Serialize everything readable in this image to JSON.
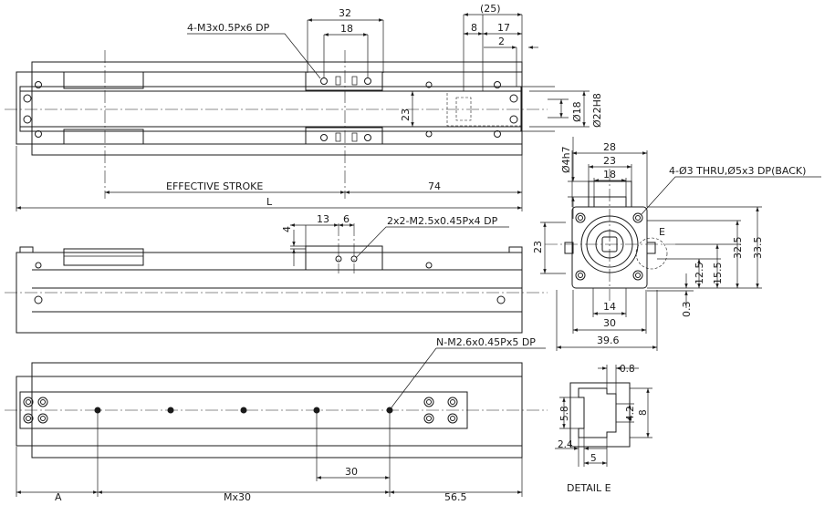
{
  "labels": {
    "tap_top": "4-M3x0.5Px6 DP",
    "dim_32": "32",
    "dim_18a": "18",
    "dim_25": "(25)",
    "dim_8": "8",
    "dim_17": "17",
    "dim_2": "2",
    "dim_23a": "23",
    "dia_18": "Ø18",
    "dia_22": "Ø22H8",
    "dia_4": "Ø4h7",
    "eff_stroke": "EFFECTIVE STROKE",
    "dim_74": "74",
    "dim_L": "L",
    "dim_4": "4",
    "dim_13": "13",
    "dim_6": "6",
    "tap_mid": "2x2-M2.5x0.45Px4 DP",
    "dim_23b": "23",
    "tap_bot": "N-M2.6x0.45Px5 DP",
    "dim_30a": "30",
    "dim_A": "A",
    "dim_Mx30": "Mx30",
    "dim_565": "56.5",
    "end_28": "28",
    "end_23": "23",
    "end_18": "18",
    "thru": "4-Ø3 THRU,Ø5x3 DP(BACK)",
    "detail_mark": "E",
    "end_23v": "23",
    "end_325": "32.5",
    "end_335": "33.5",
    "end_125": "12.5",
    "end_155": "15.5",
    "end_14": "14",
    "end_03": "0.3",
    "end_30": "30",
    "end_396": "39.6",
    "det_08": "0.8",
    "det_58": "5.8",
    "det_42": "4.2",
    "det_8": "8",
    "det_24": "2.4",
    "det_5": "5",
    "detail_title": "DETAIL E"
  }
}
